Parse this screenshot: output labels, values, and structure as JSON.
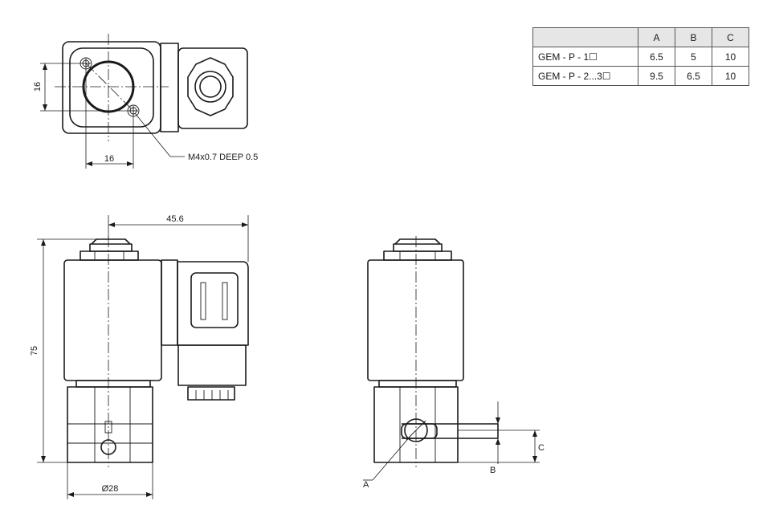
{
  "table": {
    "headers": [
      "",
      "A",
      "B",
      "C"
    ],
    "rows": [
      {
        "model": "GEM - P - 1☐",
        "a": "6.5",
        "b": "5",
        "c": "10"
      },
      {
        "model": "GEM - P - 2...3☐",
        "a": "9.5",
        "b": "6.5",
        "c": "10"
      }
    ]
  },
  "dimensions": {
    "top_vertical": "16",
    "top_horizontal": "16",
    "thread_note": "M4x0.7 DEEP 0.5",
    "width": "45.6",
    "height": "75",
    "diameter": "Ø28",
    "label_a": "A",
    "label_b": "B",
    "label_c": "C"
  }
}
